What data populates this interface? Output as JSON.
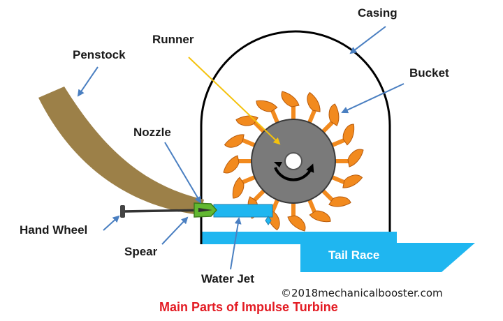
{
  "labels": {
    "casing": "Casing",
    "runner": "Runner",
    "penstock": "Penstock",
    "bucket": "Bucket",
    "nozzle": "Nozzle",
    "hand_wheel": "Hand Wheel",
    "spear": "Spear",
    "water_jet": "Water Jet",
    "tail_race": "Tail Race"
  },
  "copyright": "©2018mechanicalbooster.com",
  "caption": "Main Parts of Impulse Turbine",
  "colors": {
    "water": "#1fb6f0",
    "bucket": "#f28a1e",
    "runner": "#7a7a7a",
    "penstock": "#9c8048",
    "nozzle": "#62b830",
    "arrow": "#4a7fc1",
    "runner_arrow": "#f4c20d",
    "caption": "#e31b23"
  },
  "bucket_count": 16
}
